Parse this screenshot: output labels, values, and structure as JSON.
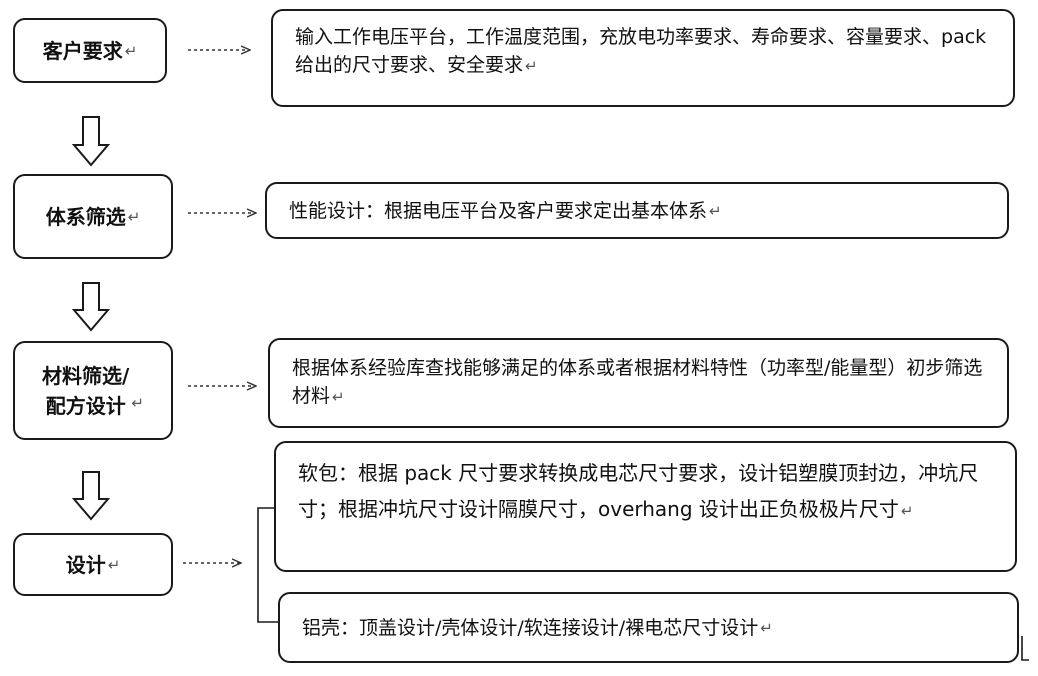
{
  "steps": [
    {
      "label": "客户要求"
    },
    {
      "label": "体系筛选"
    },
    {
      "label": "材料筛选/\n配方设计"
    },
    {
      "label": "设计"
    }
  ],
  "descriptions": [
    {
      "text": "输入工作电压平台，工作温度范围，充放电功率要求、寿命要求、容量要求、pack给出的尺寸要求、安全要求"
    },
    {
      "text": "性能设计：根据电压平台及客户要求定出基本体系"
    },
    {
      "text": "根据体系经验库查找能够满足的体系或者根据材料特性（功率型/能量型）初步筛选材料"
    },
    {
      "text": "软包：根据 pack 尺寸要求转换成电芯尺寸要求，设计铝塑膜顶封边，冲坑尺寸；根据冲坑尺寸设计隔膜尺寸，overhang 设计出正负极极片尺寸"
    },
    {
      "text": "铝壳：顶盖设计/壳体设计/软连接设计/裸电芯尺寸设计"
    }
  ],
  "paragraph_mark": "↵",
  "colors": {
    "border": "#1a1a1a",
    "arrow": "#333333",
    "text": "#111111"
  }
}
